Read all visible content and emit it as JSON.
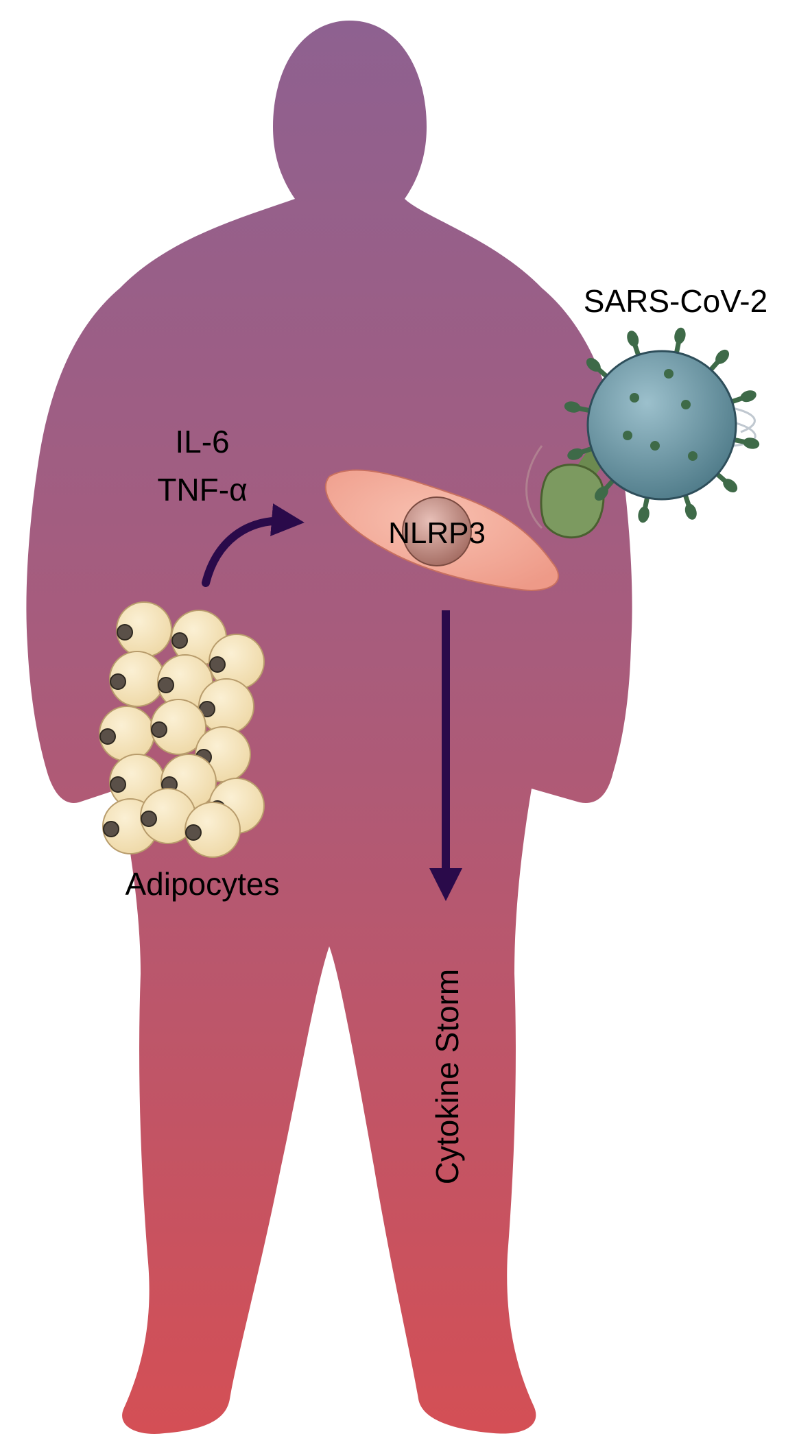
{
  "labels": {
    "virus": "SARS-CoV-2",
    "cytokine_1": "IL-6",
    "cytokine_2": "TNF-α",
    "inflammasome": "NLRP3",
    "fat_cells": "Adipocytes",
    "outcome": "Cytokine Storm"
  },
  "colors": {
    "body_top": "#8E6190",
    "body_mid": "#A85C7C",
    "body_bottom": "#D44F55",
    "arrow": "#2A0A4A",
    "cell": "#EE9A88",
    "nucleus": "#A26A60",
    "virus": "#4E7A88",
    "spike": "#3E6A48",
    "fist": "#7C9A60",
    "adipocyte": "#EED8A6",
    "adipocyte_nucleus": "#5A5048"
  },
  "icons": [
    "human-silhouette",
    "adipocyte-cluster-icon",
    "macrophage-cell-icon",
    "virus-icon",
    "fist-icon"
  ]
}
